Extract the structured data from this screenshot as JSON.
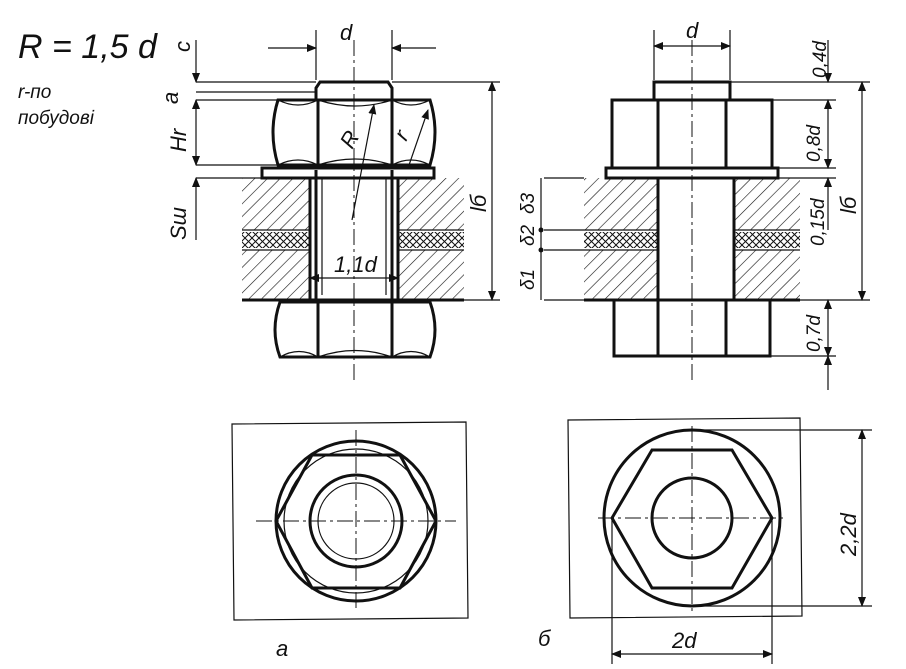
{
  "formula": "R = 1,5 d",
  "note": [
    "r-по",
    "побудові"
  ],
  "left_view": {
    "dims": {
      "c": "c",
      "a": "a",
      "hr": "Hr",
      "sw": "Sш",
      "d": "d",
      "R": "R",
      "r": "r",
      "lb": "lб",
      "hole": "1,1d"
    }
  },
  "right_view": {
    "dims": {
      "d": "d",
      "0_4d": "0,4d",
      "0_8d": "0,8d",
      "0_15d": "0,15d",
      "lb": "lб",
      "0_7d": "0,7d",
      "delta1": "δ1",
      "delta2": "δ2",
      "delta3": "δ3"
    }
  },
  "bottom_views": {
    "label_a": "а",
    "label_b": "б",
    "dim_2_2d": "2,2d",
    "dim_2d": "2d"
  }
}
